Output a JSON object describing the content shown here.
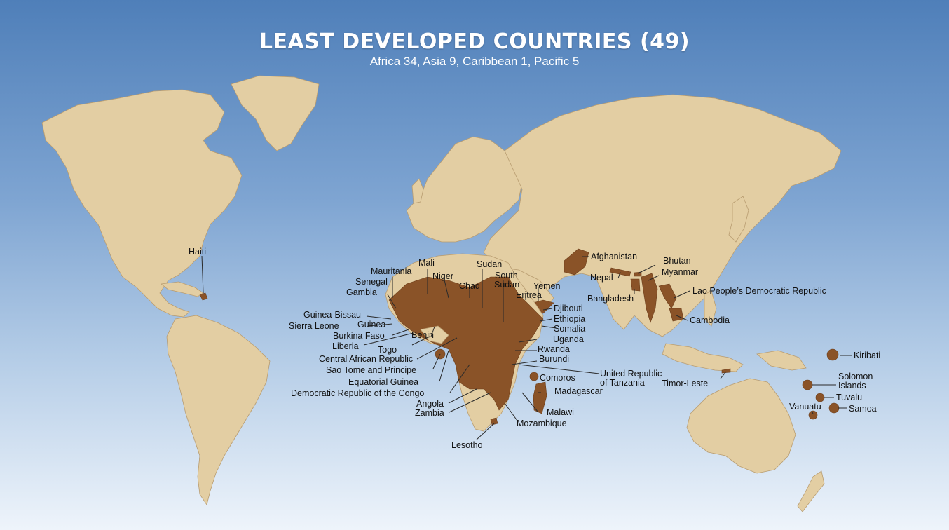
{
  "title": "LEAST DEVELOPED COUNTRIES (49)",
  "subtitle": "Africa 34, Asia 9, Caribbean 1, Pacific 5",
  "colors": {
    "ocean_top": "#4f7fb9",
    "ocean_bottom": "#eef4fb",
    "land": "#e3cea3",
    "ldc": "#8a5328",
    "text": "#111111"
  },
  "labels": {
    "haiti": "Haiti",
    "mauritania": "Mauritania",
    "mali": "Mali",
    "senegal": "Senegal",
    "gambia": "Gambia",
    "niger": "Niger",
    "chad": "Chad",
    "sudan": "Sudan",
    "south_sudan_1": "South",
    "south_sudan_2": "Sudan",
    "yemen": "Yemen",
    "eritrea": "Eritrea",
    "djibouti": "Djibouti",
    "ethiopia": "Ethiopia",
    "somalia": "Somalia",
    "uganda": "Uganda",
    "rwanda": "Rwanda",
    "burundi": "Burundi",
    "guinea_bissau": "Guinea-Bissau",
    "sierra_leone": "Sierra Leone",
    "guinea": "Guinea",
    "burkina_faso": "Burkina Faso",
    "liberia": "Liberia",
    "togo": "Togo",
    "benin": "Benin",
    "car": "Central African Republic",
    "sao_tome": "Sao Tome and Principe",
    "equatorial_guinea": "Equatorial Guinea",
    "drc": "Democratic Republic of the Congo",
    "angola": "Angola",
    "zambia": "Zambia",
    "lesotho": "Lesotho",
    "mozambique": "Mozambique",
    "malawi": "Malawi",
    "madagascar": "Madagascar",
    "comoros": "Comoros",
    "tanzania_1": "United Republic",
    "tanzania_2": "of Tanzania",
    "afghanistan": "Afghanistan",
    "nepal": "Nepal",
    "bhutan": "Bhutan",
    "myanmar": "Myanmar",
    "bangladesh": "Bangladesh",
    "lao": "Lao People’s Democratic Republic",
    "cambodia": "Cambodia",
    "timor_leste": "Timor-Leste",
    "kiribati": "Kiribati",
    "solomon_1": "Solomon",
    "solomon_2": "Islands",
    "tuvalu": "Tuvalu",
    "samoa": "Samoa",
    "vanuatu": "Vanuatu"
  }
}
